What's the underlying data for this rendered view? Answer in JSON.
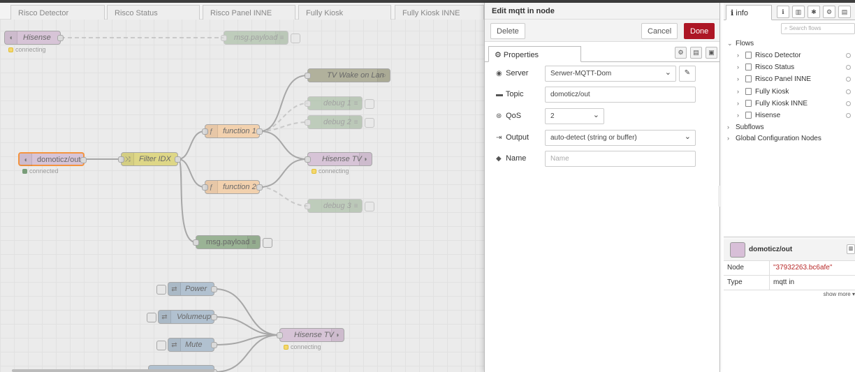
{
  "workspace": {
    "tabs": [
      "Risco Detector",
      "Risco Status",
      "Risco Panel INNE",
      "Fully Kiosk",
      "Fully Kiosk INNE"
    ],
    "nodes": {
      "hisense_top": "Hisense",
      "hisense_top_status": "connecting",
      "msg_payload_top": "msg.payload",
      "tv_wake": "TV Wake on Lan",
      "debug1": "debug 1",
      "debug2": "debug 2",
      "function1": "function 1",
      "domoticz_out": "domoticz/out",
      "domoticz_status": "connected",
      "filter_idx": "Filter IDX",
      "hisense_tv": "Hisense TV",
      "hisense_tv_status": "connecting",
      "function2": "function 2",
      "debug3": "debug 3",
      "msg_payload_bottom": "msg.payload",
      "power": "Power",
      "volumeup": "Volumeup",
      "mute": "Mute",
      "hisense_tv2": "Hisense TV",
      "hisense_tv2_status": "connecting"
    },
    "status_colors": {
      "connecting": "#ffd84d",
      "connected": "#5a8a5a"
    }
  },
  "editor": {
    "title": "Edit mqtt in node",
    "delete_label": "Delete",
    "cancel_label": "Cancel",
    "done_label": "Done",
    "tab_properties": "Properties",
    "fields": {
      "server_label": "Server",
      "server_value": "Serwer-MQTT-Dom",
      "topic_label": "Topic",
      "topic_value": "domoticz/out",
      "qos_label": "QoS",
      "qos_value": "2",
      "output_label": "Output",
      "output_value": "auto-detect (string or buffer)",
      "name_label": "Name",
      "name_placeholder": "Name"
    }
  },
  "sidebar": {
    "tab_info": "info",
    "search_placeholder": "Search flows",
    "flows_label": "Flows",
    "flows": [
      "Risco Detector",
      "Risco Status",
      "Risco Panel INNE",
      "Fully Kiosk",
      "Fully Kiosk INNE",
      "Hisense"
    ],
    "subflows_label": "Subflows",
    "global_config_label": "Global Configuration Nodes",
    "node_title": "domoticz/out",
    "props": [
      {
        "key": "Node",
        "value": "\"37932263.bc6afe\""
      },
      {
        "key": "Type",
        "value": "mqtt in"
      }
    ],
    "show_more": "show more ▾"
  }
}
